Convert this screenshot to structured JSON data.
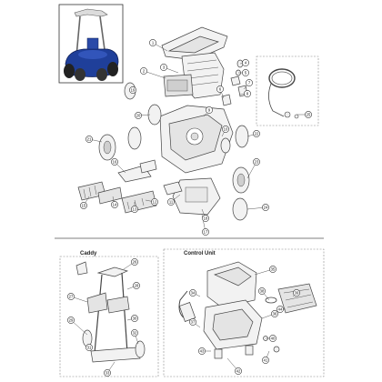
{
  "sections": {
    "caddy_label": "Caddy",
    "control_unit_label": "Control Unit"
  },
  "callouts": {
    "main": [
      "1",
      "2",
      "3",
      "4",
      "5",
      "6",
      "7",
      "8",
      "9",
      "10",
      "11",
      "12",
      "13",
      "14",
      "15",
      "16",
      "17",
      "18",
      "19",
      "20",
      "21",
      "22",
      "23",
      "24",
      "25"
    ],
    "caddy": [
      "26",
      "27",
      "28",
      "29",
      "30",
      "31",
      "32",
      "33"
    ],
    "control": [
      "34",
      "35",
      "36",
      "37",
      "38",
      "39",
      "40",
      "41",
      "42",
      "43",
      "44"
    ]
  },
  "colors": {
    "robot_body": "#1f3f9a",
    "robot_dark": "#0f1f55",
    "line": "#444444",
    "dash": "#888888"
  }
}
